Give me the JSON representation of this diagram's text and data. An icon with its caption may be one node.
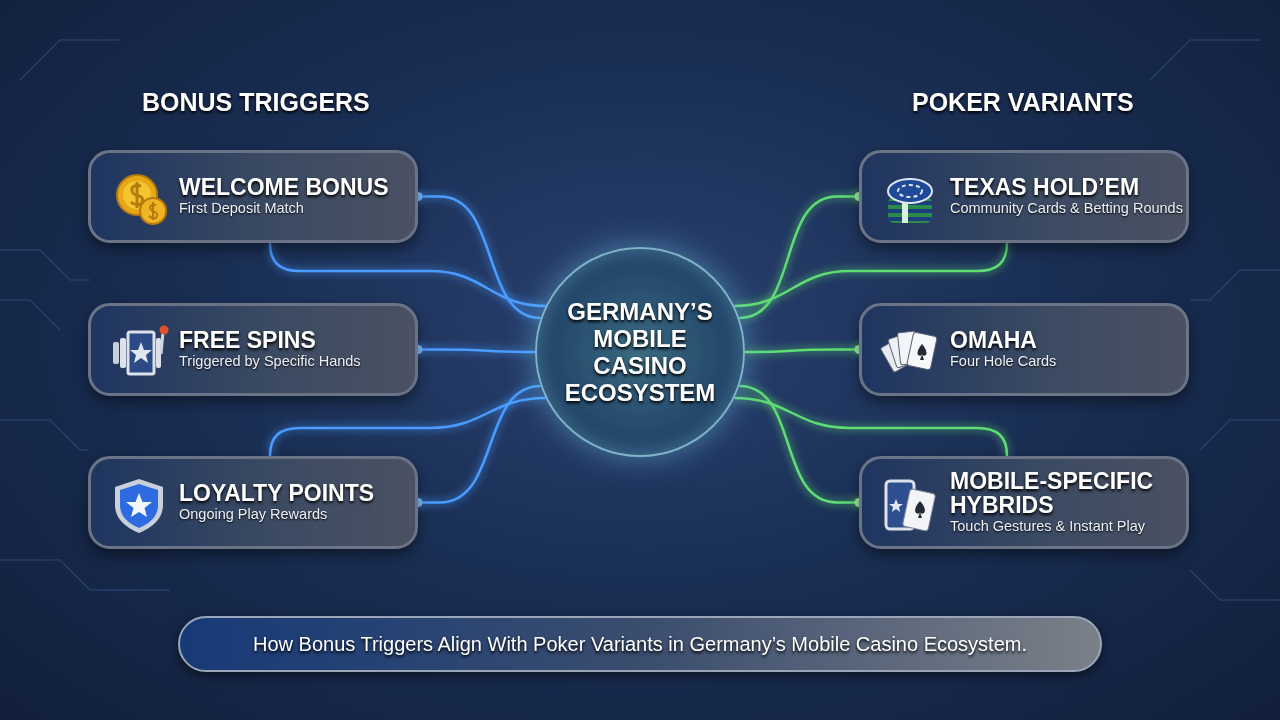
{
  "diagram": {
    "caption": "How Bonus Triggers Align With Poker Variants in Germany’s Mobile Casino Ecosystem.",
    "nodes": [
      {
        "text": [
          "WELCOME BONUS",
          "First Deposit Match"
        ]
      },
      {
        "text": [
          "FREE SPINS",
          "Triggered by Specific Hands"
        ]
      },
      {
        "text": [
          "LOYALTY POINTS",
          "Ongoing Play Rewards"
        ]
      },
      {
        "text": [
          "GERMANY’S MOBILE CASINO ECOSYSTEM"
        ]
      },
      {
        "text": [
          "TEXAS HOLD’EM",
          "Community Cards & Betting Rounds"
        ]
      },
      {
        "text": [
          "OMAHA",
          "Four Hole Cards"
        ]
      },
      {
        "text": [
          "MOBILE-SPECIFIC HYBRIDS",
          "Touch Gestures & Instant Play"
        ]
      }
    ],
    "edges": [
      {
        "from": 0,
        "to": 3,
        "arrow": "other"
      },
      {
        "from": 0,
        "to": 3,
        "arrow": "none"
      },
      {
        "from": 1,
        "to": 3,
        "arrow": "other"
      },
      {
        "from": 2,
        "to": 3,
        "arrow": "none"
      },
      {
        "from": 2,
        "to": 3,
        "arrow": "other"
      },
      {
        "from": 4,
        "to": 3,
        "arrow": "other",
        "color": "#5fdc74"
      },
      {
        "from": 4,
        "to": 3,
        "arrow": "none",
        "color": "#5fdc74"
      },
      {
        "from": 5,
        "to": 3,
        "arrow": "other",
        "color": "#5fdc74"
      },
      {
        "from": 6,
        "to": 3,
        "arrow": "none",
        "color": "#5fdc74"
      },
      {
        "from": 6,
        "to": 3,
        "arrow": "other",
        "color": "#5fdc74"
      }
    ],
    "labels": [
      "BONUS TRIGGERS",
      "POKER VARIANTS"
    ]
  }
}
